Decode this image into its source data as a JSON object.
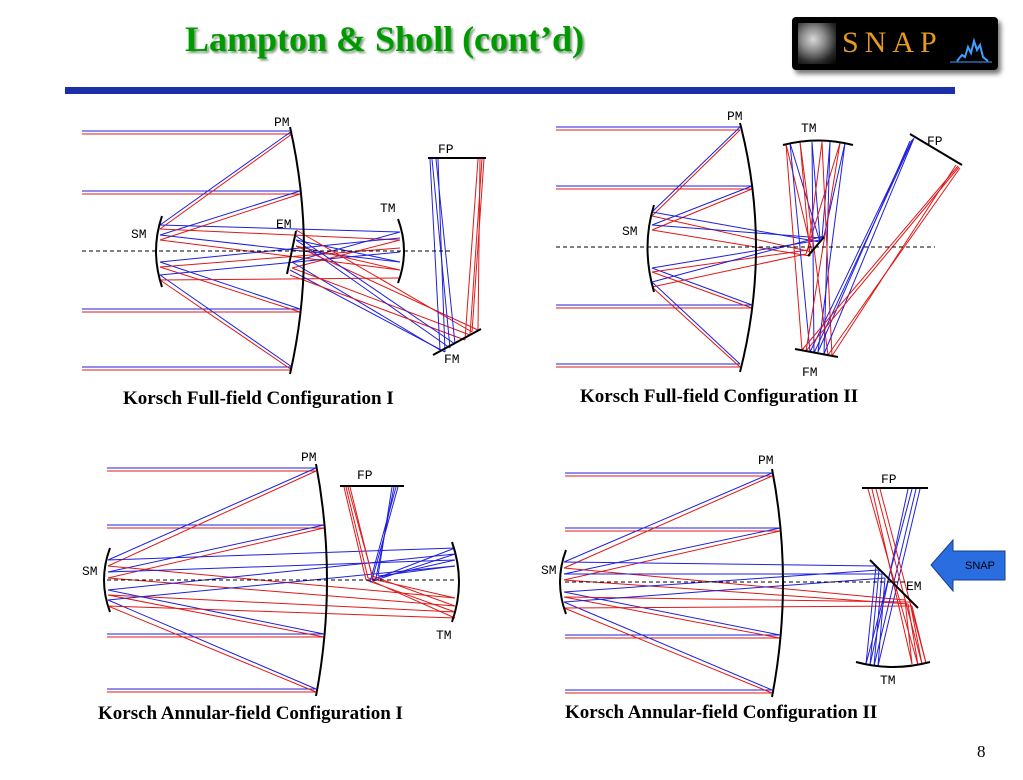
{
  "slide": {
    "title": "Lampton & Sholl (cont’d)",
    "page_number": "8"
  },
  "logo": {
    "text": "SNAP"
  },
  "diagrams": [
    {
      "caption": "Korsch Full-field Configuration I",
      "labels": {
        "pm": "PM",
        "sm": "SM",
        "em": "EM",
        "tm": "TM",
        "fp": "FP",
        "fm": "FM"
      }
    },
    {
      "caption": "Korsch Full-field Configuration II",
      "labels": {
        "pm": "PM",
        "sm": "SM",
        "tm": "TM",
        "fp": "FP",
        "fm": "FM"
      }
    },
    {
      "caption": "Korsch Annular-field Configuration I",
      "labels": {
        "pm": "PM",
        "sm": "SM",
        "fp": "FP",
        "tm": "TM"
      }
    },
    {
      "caption": "Korsch Annular-field Configuration II",
      "labels": {
        "pm": "PM",
        "sm": "SM",
        "fp": "FP",
        "em": "EM",
        "tm": "TM"
      }
    }
  ],
  "callout": {
    "label": "SNAP"
  },
  "colors": {
    "title": "#009900",
    "rule": "#1a2fa8",
    "ray_blue": "#1f1fdc",
    "ray_red": "#e01818",
    "callout": "#2a6de0"
  }
}
